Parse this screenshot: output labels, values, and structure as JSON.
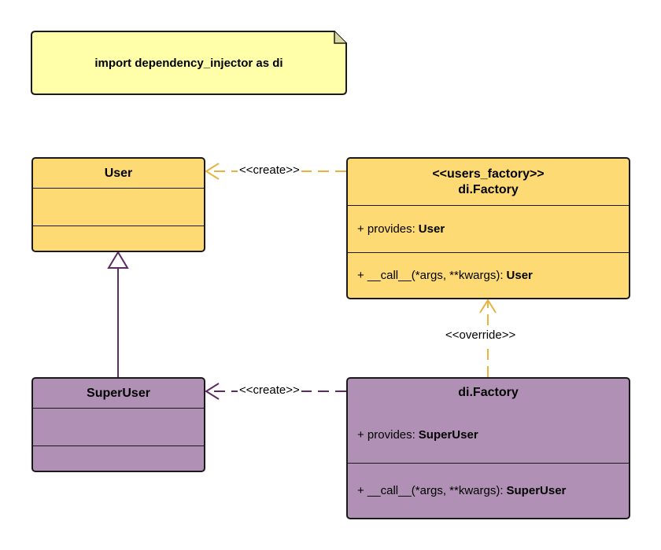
{
  "note": {
    "text": "import dependency_injector as di"
  },
  "classes": {
    "user": {
      "name": "User"
    },
    "superuser": {
      "name": "SuperUser"
    },
    "users_factory": {
      "stereotype": "<<users_factory>>",
      "name": "di.Factory",
      "provides_label": "+ provides:",
      "provides_type": "User",
      "call_label": "+ __call__(*args, **kwargs):",
      "call_type": "User"
    },
    "super_factory": {
      "name": "di.Factory",
      "provides_label": "+ provides:",
      "provides_type": "SuperUser",
      "call_label": "+ __call__(*args, **kwargs):",
      "call_type": "SuperUser"
    }
  },
  "relations": {
    "create_top": "<<create>>",
    "create_bottom": "<<create>>",
    "override": "<<override>>"
  },
  "colors": {
    "yellow_fill": "#fdda73",
    "purple_fill": "#b091b5",
    "note_fill": "#ffffa9",
    "dashed_yellow": "#e8b33c",
    "purple_line": "#5e2a63"
  }
}
